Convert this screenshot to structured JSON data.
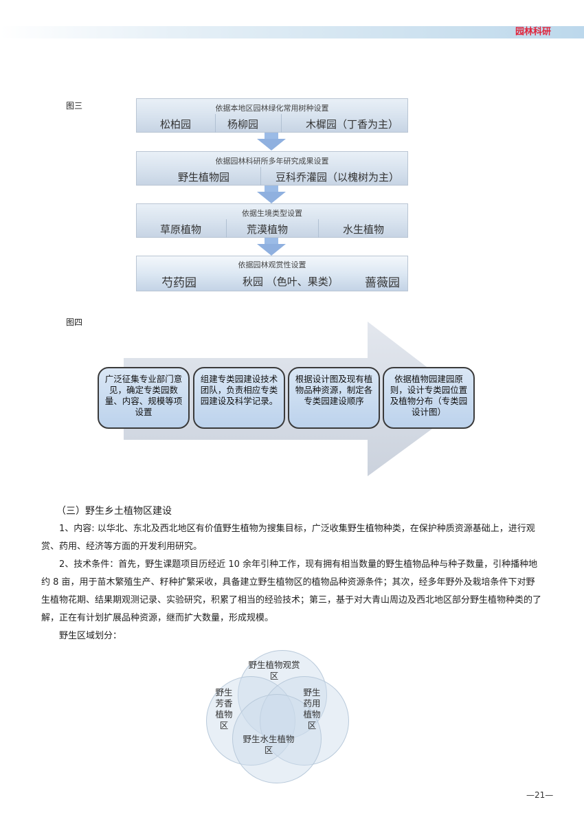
{
  "header": {
    "section": "园林科研"
  },
  "fig3": {
    "label": "图三",
    "boxes": [
      {
        "title": "依据本地区园林绿化常用树种设置",
        "items": [
          "松柏园",
          "杨柳园",
          "木樨园（丁香为主）"
        ]
      },
      {
        "title": "依据园林科研所多年研究成果设置",
        "items": [
          "野生植物园",
          "豆科乔灌园（以槐树为主）"
        ]
      },
      {
        "title": "依据生境类型设置",
        "items": [
          "草原植物",
          "荒漠植物",
          "水生植物"
        ]
      },
      {
        "title": "依据园林观赏性设置",
        "items": [
          "芍药园",
          "秋园  （色叶、果类）",
          "蔷薇园"
        ]
      }
    ]
  },
  "fig4": {
    "label": "图四",
    "steps": [
      "广泛征集专业部门意见，确定专类园数量、内容、规模等项设置",
      "组建专类园建设技术团队，负责相应专类园建设及科学记录。",
      "根据设计图及现有植物品种资源，制定各专类园建设顺序",
      "依据植物园建园原则，设计专类园位置及植物分布（专类园设计图）"
    ]
  },
  "section3": {
    "heading": "（三）野生乡土植物区建设",
    "p1": "1、内容: 以华北、东北及西北地区有价值野生植物为搜集目标，广泛收集野生植物种类，在保护种质资源基础上，进行观赏、药用、经济等方面的开发利用研究。",
    "p2": "2、技术条件：首先，野生课题项目历经近 10 余年引种工作，现有拥有相当数量的野生植物品种与种子数量，引种播种地约 8 亩，用于苗木繁殖生产、籽种扩繁采收，具备建立野生植物区的植物品种资源条件；其次，经多年野外及栽培条件下对野生植物花期、结果期观测记录、实验研究，积累了相当的经验技术；第三，基于对大青山周边及西北地区部分野生植物种类的了解，正在有计划扩展品种资源，继而扩大数量，形成规模。",
    "p3": "野生区域划分："
  },
  "venn": {
    "top": "野生植物观赏区",
    "left": "野生芳香植物区",
    "right": "野生药用植物区",
    "bottom": "野生水生植物区"
  },
  "footer": {
    "page": "—21—"
  }
}
